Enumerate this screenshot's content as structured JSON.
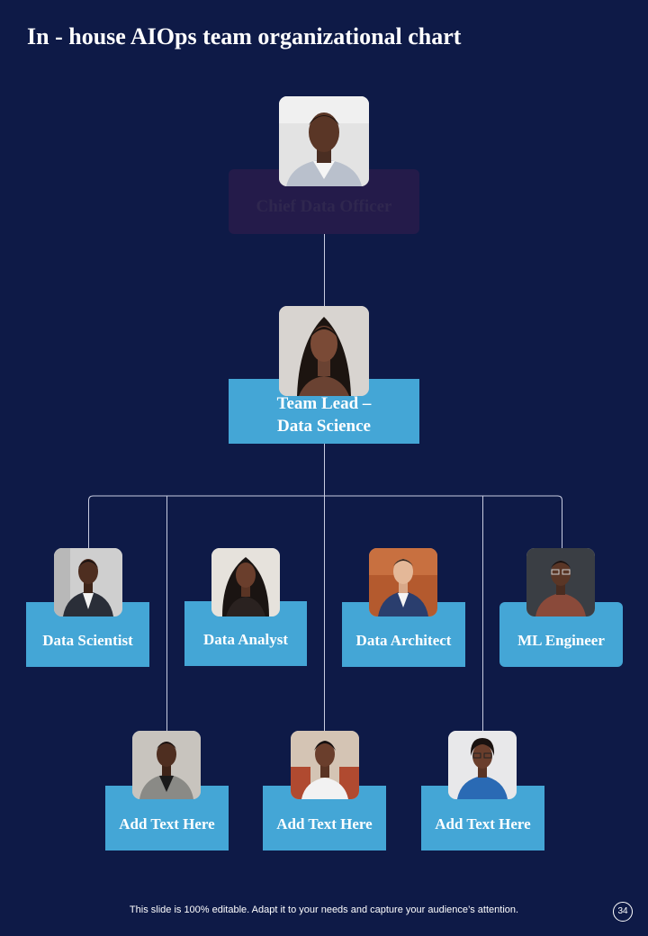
{
  "title": "In - house AIOps team organizational  chart",
  "chief": {
    "label": "Chief Data Officer"
  },
  "team_lead": {
    "line1": "Team Lead –",
    "line2": "Data Science"
  },
  "roles": [
    "Data Scientist",
    "Data Analyst",
    "Data Architect",
    "ML Engineer"
  ],
  "placeholders": [
    "Add Text Here",
    "Add Text Here",
    "Add Text Here"
  ],
  "footer": {
    "note": "This slide is 100% editable. Adapt it to your needs and capture your audience’s attention.",
    "page_number": "34"
  },
  "colors": {
    "background": "#0e1a47",
    "box": "#44a6d6",
    "text": "#ffffff",
    "line": "#c8cce0"
  }
}
